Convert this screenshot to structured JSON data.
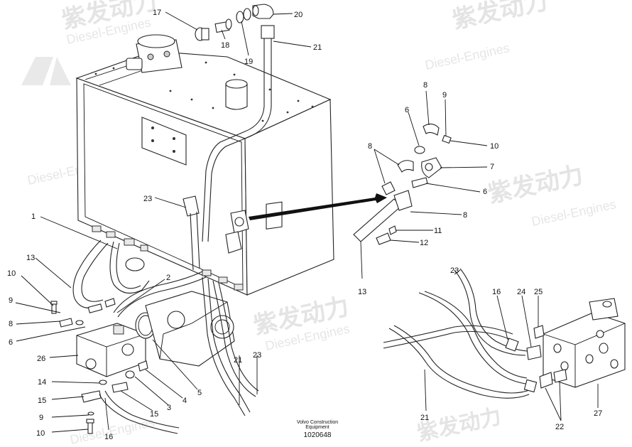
{
  "watermark": {
    "cn_text": "紫发动力",
    "en_text": "Diesel-Engines"
  },
  "caption": {
    "line1": "Volvo Construction",
    "line2": "Equipment",
    "drawing_number": "1020648"
  },
  "callouts": {
    "c1": "1",
    "c2": "2",
    "c3": "3",
    "c4": "4",
    "c5": "5",
    "c6a": "6",
    "c6b": "6",
    "c6c": "6",
    "c7": "7",
    "c8a": "8",
    "c8b": "8",
    "c8c": "8",
    "c8d": "8",
    "c9a": "9",
    "c9b": "9",
    "c9c": "9",
    "c10a": "10",
    "c10b": "10",
    "c10c": "10",
    "c11": "11",
    "c12": "12",
    "c13a": "13",
    "c13b": "13",
    "c14": "14",
    "c15a": "15",
    "c15b": "15",
    "c16a": "16",
    "c16b": "16",
    "c17": "17",
    "c18": "18",
    "c19": "19",
    "c20": "20",
    "c21a": "21",
    "c21b": "21",
    "c21c": "21",
    "c22": "22",
    "c23a": "23",
    "c23b": "23",
    "c23c": "23",
    "c24": "24",
    "c25": "25",
    "c26": "26",
    "c27": "27"
  }
}
